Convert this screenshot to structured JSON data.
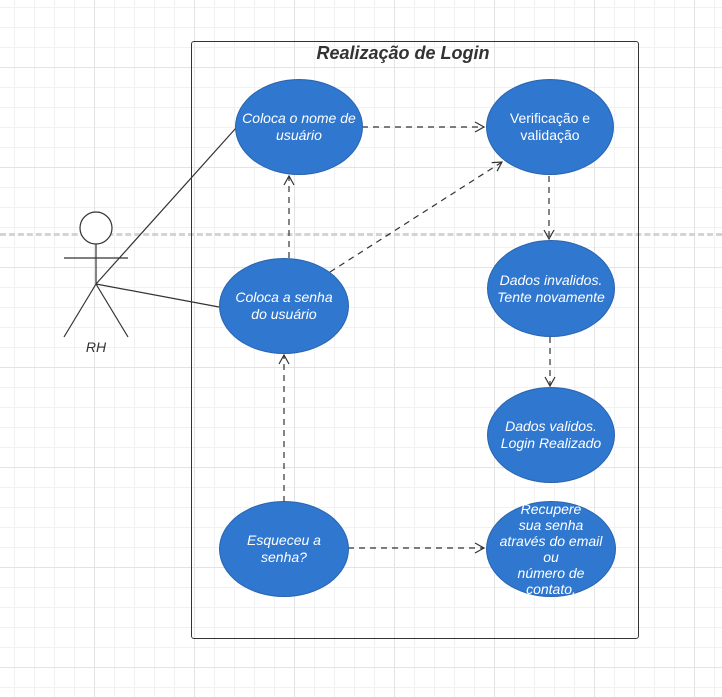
{
  "diagram": {
    "title": "Realização de Login",
    "actor": {
      "label": "RH"
    },
    "use_cases": {
      "username": "Coloca o nome de\nusuário",
      "password": "Coloca a senha\ndo usuário",
      "forgot": "Esqueceu a\nsenha?",
      "verify": "Verificação e\nvalidação",
      "invalid": "Dados invalidos.\nTente novamente",
      "valid": "Dados validos.\nLogin Realizado",
      "recover": "Recupere\nsua senha\natravés do email ou\nnúmero de\ncontato."
    }
  },
  "colors": {
    "usecase_fill": "#2f77cf",
    "usecase_text": "#ffffff",
    "line": "#333333"
  }
}
